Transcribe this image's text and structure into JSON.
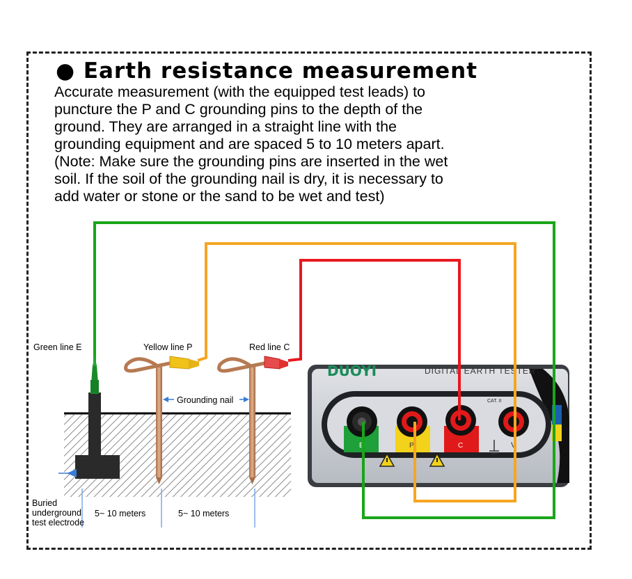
{
  "heading": "● Earth resistance measurement",
  "description_lines": [
    "Accurate measurement (with the equipped test leads) to",
    "puncture the P and C grounding pins to the depth of the",
    "ground. They are arranged in a straight line with the",
    "grounding equipment and are spaced 5 to 10 meters apart.",
    "(Note: Make sure the grounding pins are inserted in the wet",
    "soil. If the soil of the grounding nail is dry, it is necessary to",
    "add water or stone or the sand to be wet and test)"
  ],
  "labels": {
    "green_line": "Green line E",
    "yellow_line": "Yellow line P",
    "red_line": "Red line C",
    "grounding_nail": "Grounding nail",
    "buried_1": "Buried",
    "buried_2": "underground",
    "buried_3": "test electrode",
    "distance_1": "5~ 10 meters",
    "distance_2": "5~ 10 meters"
  },
  "tester": {
    "brand": "DUOYI",
    "title": "DIGITAL EARTH TESTER",
    "terminals": [
      "E",
      "P",
      "C",
      "V"
    ],
    "cat_label": "CAT. II"
  },
  "colors": {
    "green_wire": "#1aa51a",
    "yellow_wire": "#f5a623",
    "red_wire": "#e8181f",
    "panel": "#c9ccd2",
    "ground_hatch": "#888888"
  }
}
